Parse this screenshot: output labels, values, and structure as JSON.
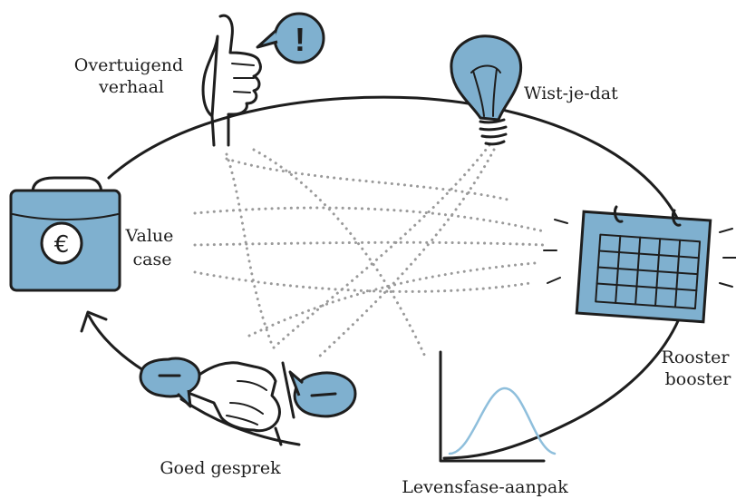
{
  "colors": {
    "accent_blue": "#7fb0cf",
    "ink": "#1e1e1e",
    "dotted": "#9a9a9a",
    "curve": "#8fbfdc"
  },
  "nodes": {
    "story": {
      "label_lines": [
        "Overtuigend",
        "verhaal"
      ],
      "icon": "thumbs-up-icon"
    },
    "story_bubble": {
      "glyph": "!",
      "icon": "exclamation-speech-bubble-icon"
    },
    "fact": {
      "label": "Wist-je-dat",
      "icon": "lightbulb-icon"
    },
    "schedule": {
      "label_lines": [
        "Rooster",
        "booster"
      ],
      "icon": "calendar-icon"
    },
    "lifephase": {
      "label": "Levensfase-aanpak",
      "icon": "bell-curve-chart-icon"
    },
    "conversation": {
      "label": "Goed gesprek",
      "icon": "handshake-icon"
    },
    "value": {
      "label_lines": [
        "Value",
        "case"
      ],
      "icon": "euro-briefcase-icon",
      "symbol": "€"
    }
  }
}
